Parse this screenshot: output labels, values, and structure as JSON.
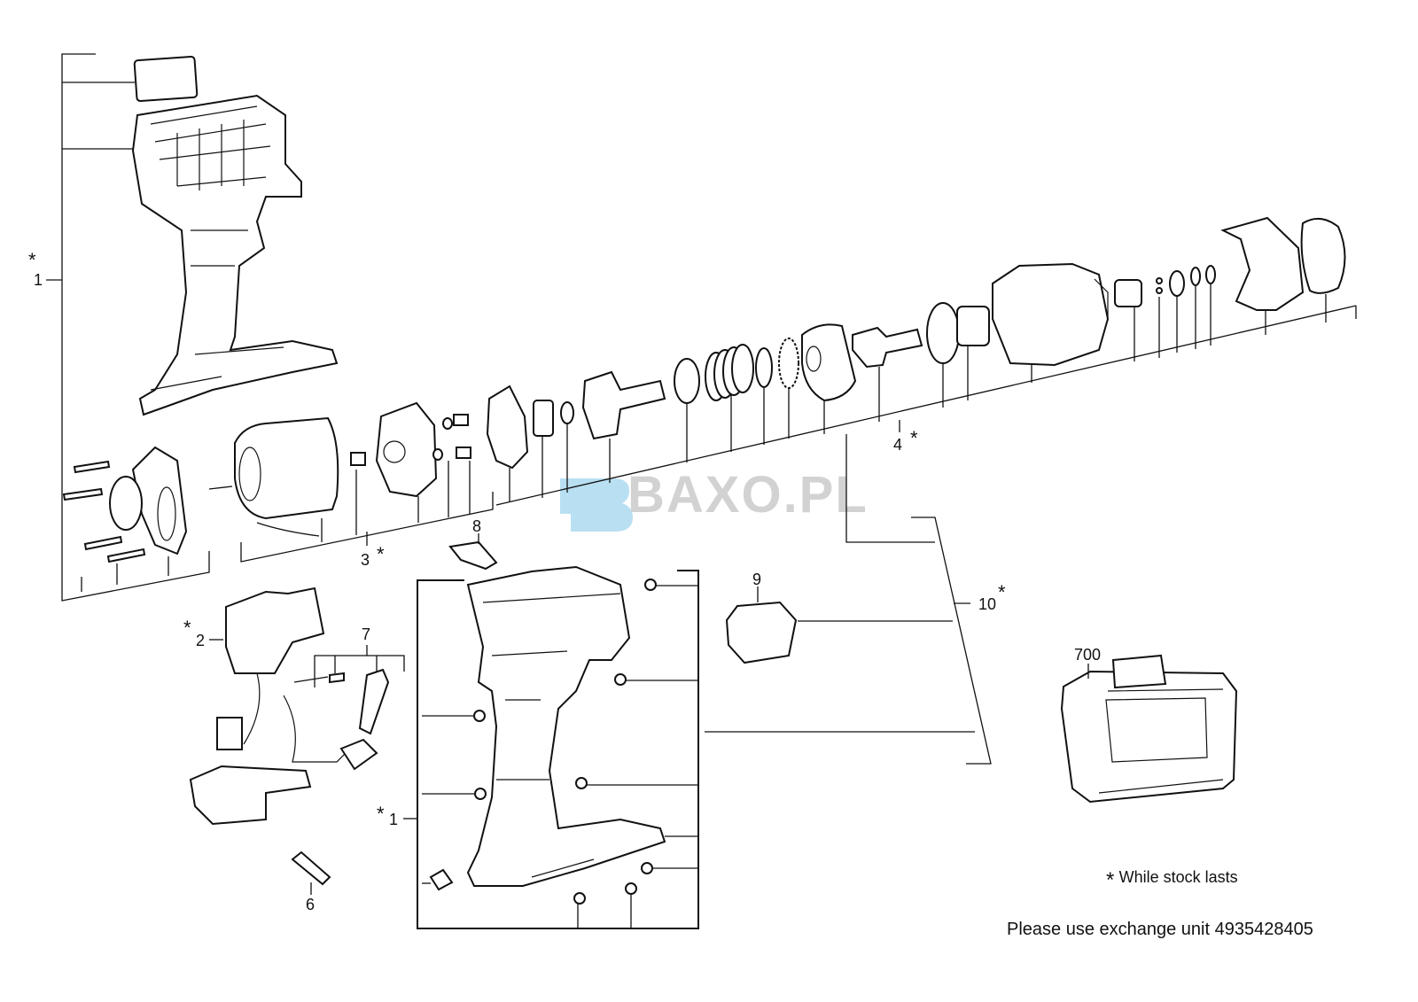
{
  "callouts": {
    "part1_top": {
      "num": "1",
      "mark": "*"
    },
    "part2": {
      "num": "2",
      "mark": "*"
    },
    "part3": {
      "num": "3",
      "mark": "*"
    },
    "part4": {
      "num": "4",
      "mark": "*"
    },
    "part6": {
      "num": "6"
    },
    "part7": {
      "num": "7"
    },
    "part8": {
      "num": "8"
    },
    "part9": {
      "num": "9"
    },
    "part10": {
      "num": "10",
      "mark": "*"
    },
    "part700": {
      "num": "700"
    },
    "part1_bottom": {
      "num": "1",
      "mark": "*"
    }
  },
  "footnote": {
    "mark": "*",
    "text": "While stock lasts"
  },
  "exchange_note": "Please use exchange unit 4935428405",
  "watermark": {
    "text": "BAXO.PL",
    "color": "#c8c8c8",
    "logo_color": "#a8d8f0"
  }
}
